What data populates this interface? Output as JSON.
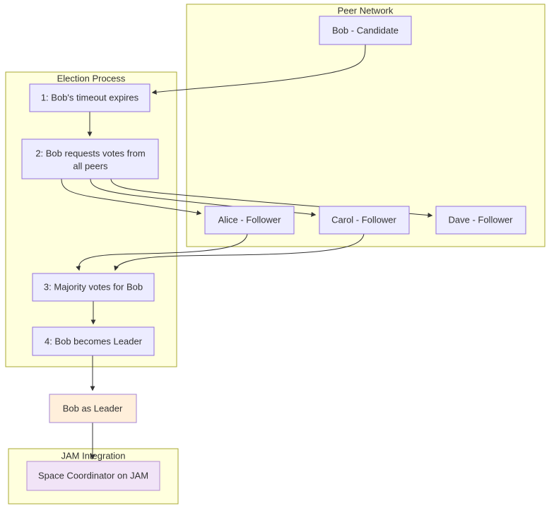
{
  "containers": {
    "peer_network": {
      "title": "Peer Network"
    },
    "election_process": {
      "title": "Election Process"
    },
    "jam_integration": {
      "title": "JAM Integration"
    }
  },
  "nodes": {
    "bob_candidate": {
      "label": "Bob - Candidate"
    },
    "step1": {
      "label": "1: Bob's timeout expires"
    },
    "step2": {
      "line1": "2: Bob requests votes from",
      "line2": "all peers"
    },
    "alice": {
      "label": "Alice - Follower"
    },
    "carol": {
      "label": "Carol - Follower"
    },
    "dave": {
      "label": "Dave - Follower"
    },
    "step3": {
      "label": "3: Majority votes for Bob"
    },
    "step4": {
      "label": "4: Bob becomes Leader"
    },
    "bob_leader": {
      "label": "Bob as Leader"
    },
    "space_coordinator": {
      "label": "Space Coordinator on JAM"
    }
  },
  "edges": [
    {
      "from": "bob_candidate",
      "to": "step1"
    },
    {
      "from": "step1",
      "to": "step2"
    },
    {
      "from": "step2",
      "to": "alice"
    },
    {
      "from": "step2",
      "to": "carol"
    },
    {
      "from": "step2",
      "to": "dave"
    },
    {
      "from": "alice",
      "to": "step3"
    },
    {
      "from": "carol",
      "to": "step3"
    },
    {
      "from": "step3",
      "to": "step4"
    },
    {
      "from": "step4",
      "to": "bob_leader"
    },
    {
      "from": "bob_leader",
      "to": "space_coordinator"
    }
  ],
  "colors": {
    "container_fill": "#ffffde",
    "container_border": "#aaaa33",
    "node_fill": "#ececff",
    "node_border": "#9370db",
    "leader_fill": "#ffefdb",
    "leader_border": "#a584d6",
    "coordinator_fill": "#f1e4f7",
    "coordinator_border": "#b48ed1",
    "edge_color": "#333333",
    "text_color": "#333333"
  }
}
